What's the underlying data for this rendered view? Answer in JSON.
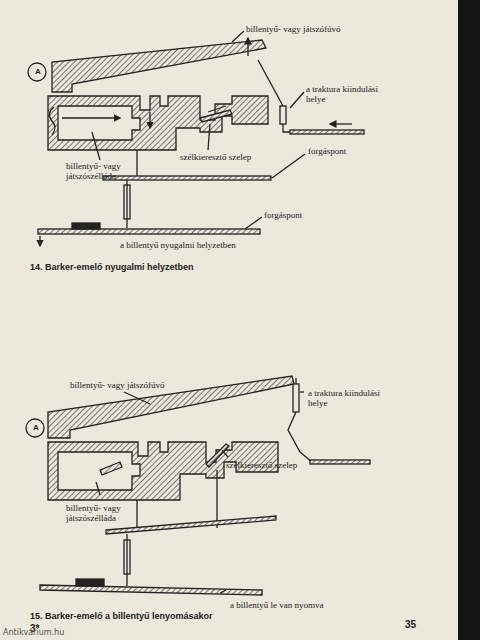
{
  "diagram": {
    "labels": [
      "A",
      "billentyű- vagy játszófúvó",
      "a traktura kiindulási helye",
      "szélkieresztő szelep",
      "forgáspont",
      "billentyű- vagy játszószélláda",
      "forgáspont",
      "a billentyű nyugalmi helyzetben",
      "14. Barker-emelő nyugalmi helyzetben",
      "A",
      "billentyű- vagy játszófúvó",
      "a traktura kiindulási helye",
      "billentyű- vagy játszószélláda",
      "szélkieresztő szelep",
      "a billentyű le van nyomva",
      "15. Barker-emelő a billentyű lenyomásakor",
      "3*",
      "35",
      "Antikvárium.hu"
    ]
  }
}
